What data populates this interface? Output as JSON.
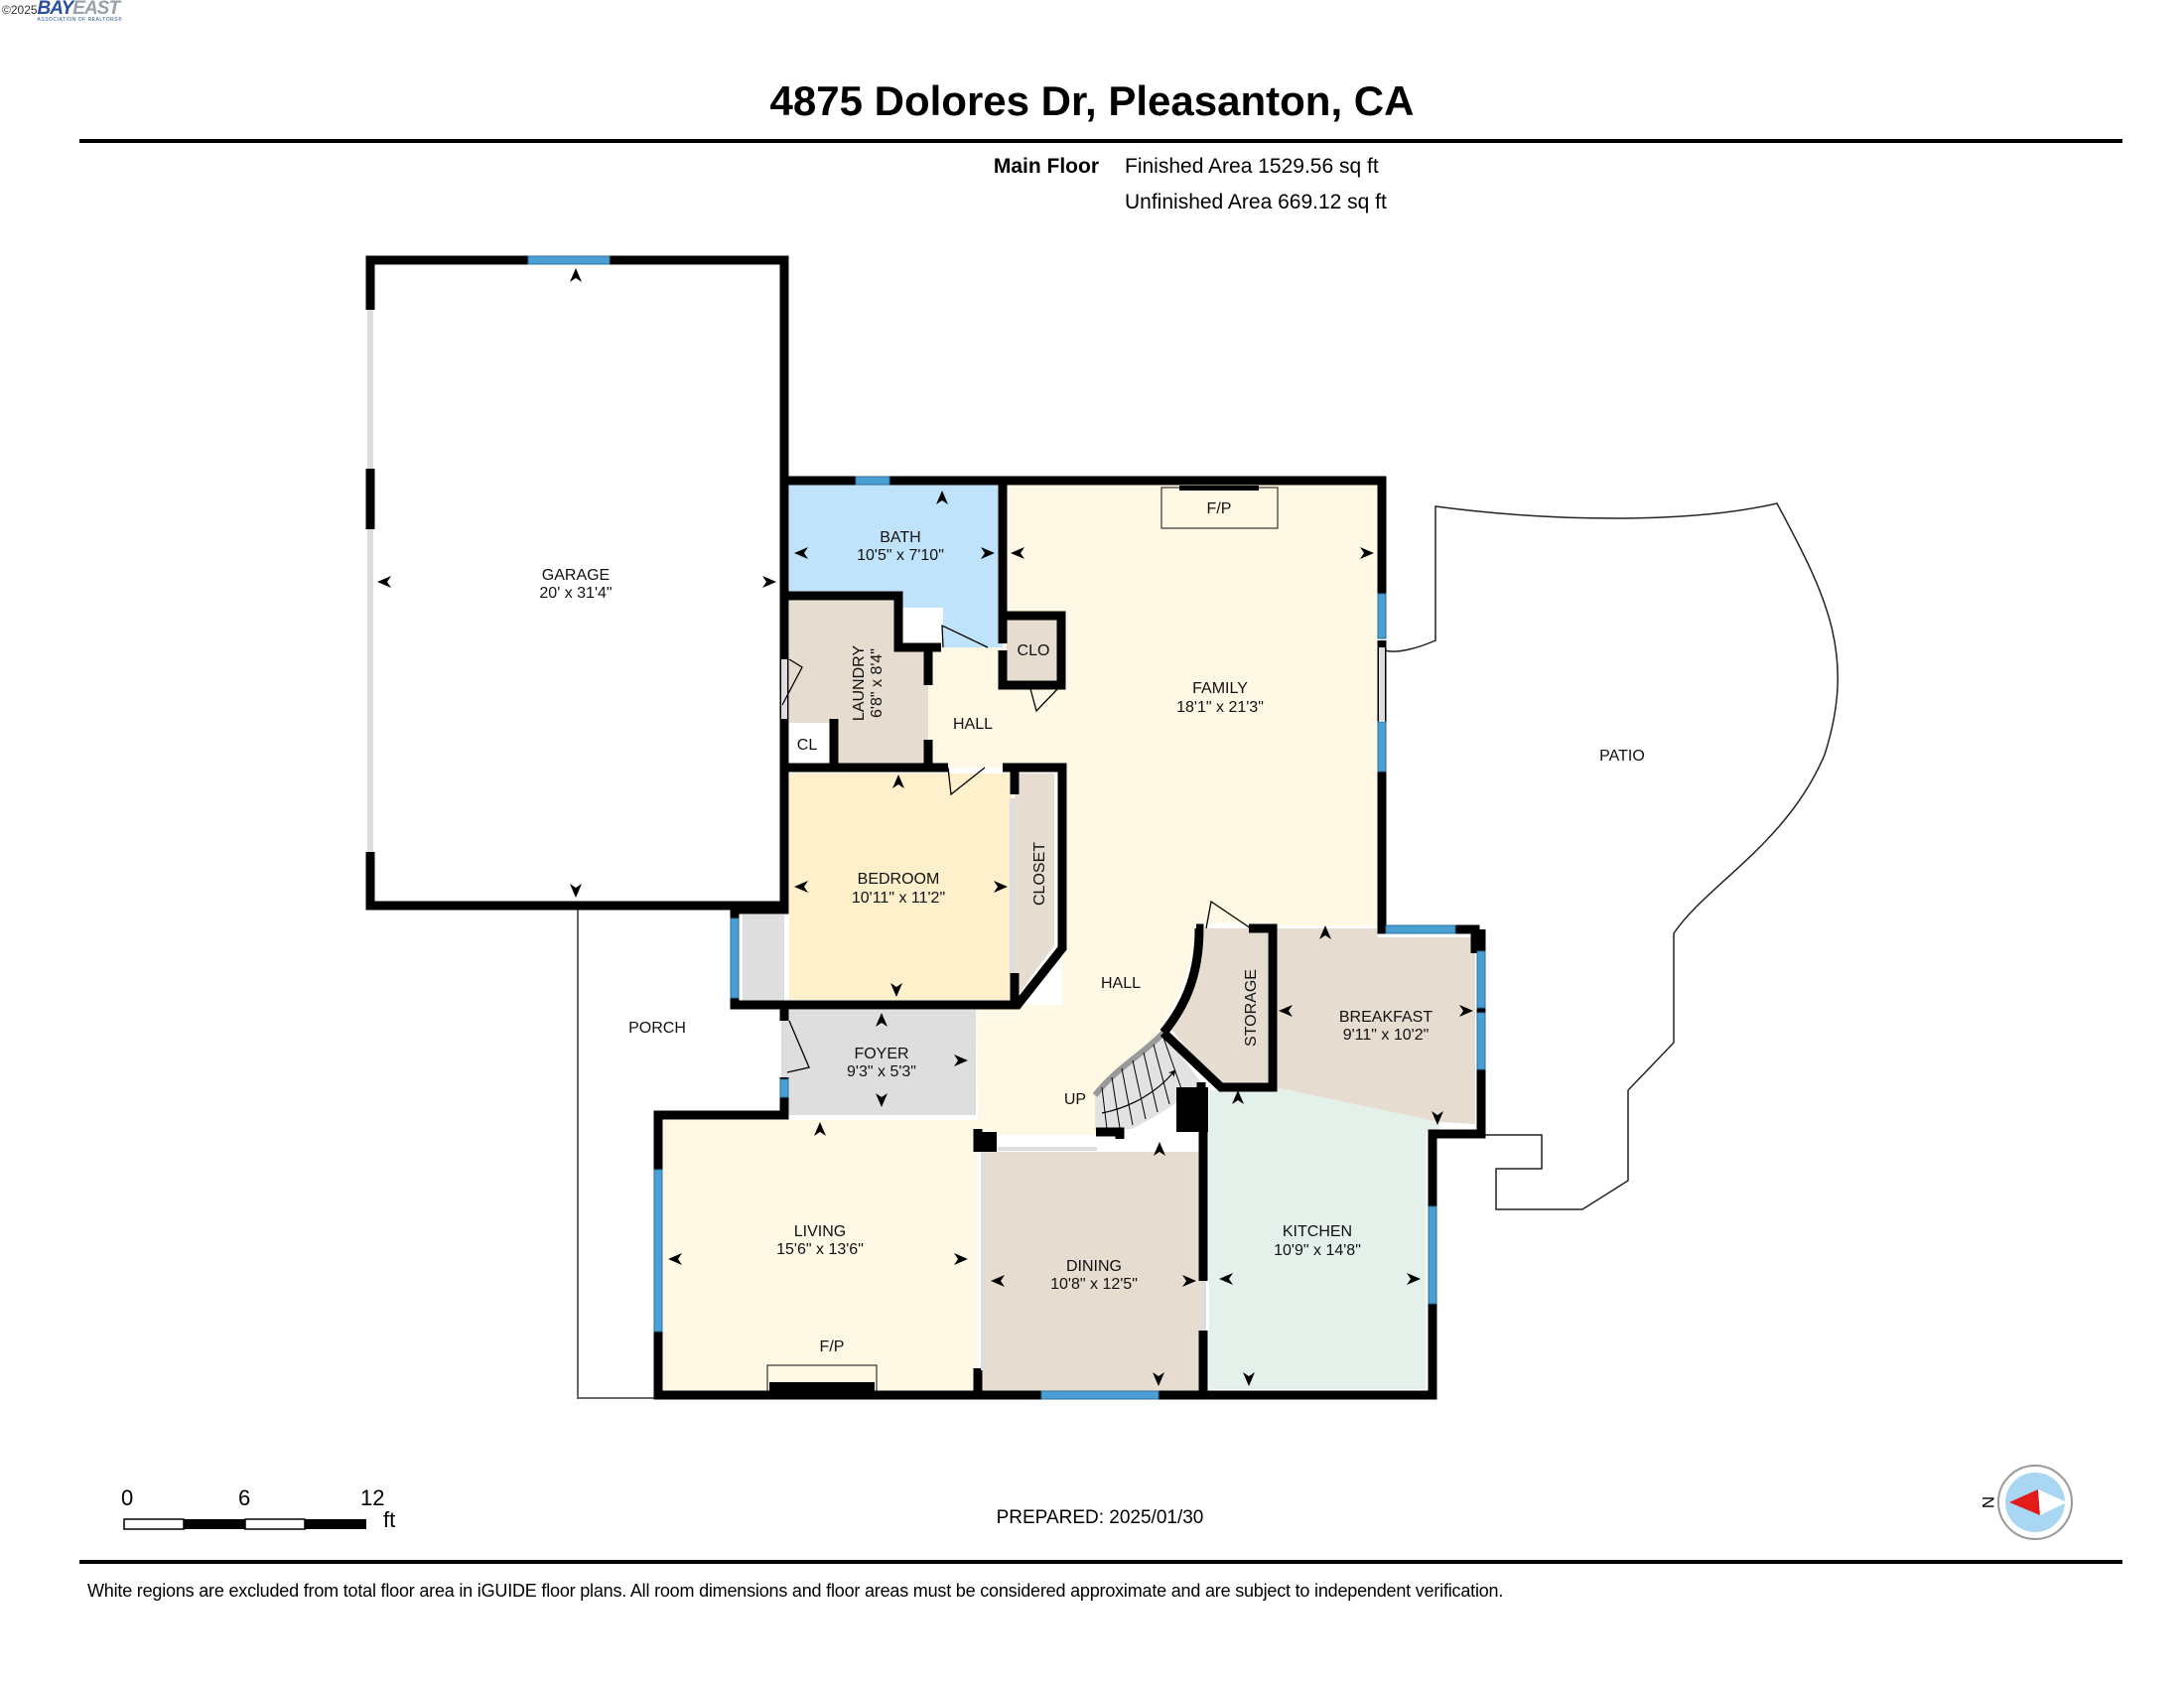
{
  "header": {
    "copyright": "©2025",
    "logo_word_1": "BAY",
    "logo_word_2": "EAST",
    "logo_tagline": "ASSOCIATION OF REALTORS®",
    "title": "4875 Dolores Dr, Pleasanton, CA"
  },
  "areas": {
    "floor_label": "Main Floor",
    "finished": "Finished Area 1529.56 sq ft",
    "unfinished": "Unfinished Area 669.12 sq ft"
  },
  "rooms": {
    "garage": {
      "name": "GARAGE",
      "dims": "20' x 31'4\""
    },
    "bath": {
      "name": "BATH",
      "dims": "10'5\" x 7'10\""
    },
    "family": {
      "name": "FAMILY",
      "dims": "18'1\" x 21'3\""
    },
    "laundry": {
      "name": "LAUNDRY",
      "dims": "6'8\" x 8'4\""
    },
    "cl": {
      "name": "CL"
    },
    "clo": {
      "name": "CLO"
    },
    "hall_upper": {
      "name": "HALL"
    },
    "hall_lower": {
      "name": "HALL"
    },
    "bedroom": {
      "name": "BEDROOM",
      "dims": "10'11\" x 11'2\""
    },
    "closet": {
      "name": "CLOSET"
    },
    "storage": {
      "name": "STORAGE"
    },
    "breakfast": {
      "name": "BREAKFAST",
      "dims": "9'11\" x 10'2\""
    },
    "foyer": {
      "name": "FOYER",
      "dims": "9'3\" x 5'3\""
    },
    "porch": {
      "name": "PORCH"
    },
    "patio": {
      "name": "PATIO"
    },
    "living": {
      "name": "LIVING",
      "dims": "15'6\" x 13'6\""
    },
    "dining": {
      "name": "DINING",
      "dims": "10'8\" x 12'5\""
    },
    "kitchen": {
      "name": "KITCHEN",
      "dims": "10'9\" x 14'8\""
    },
    "family_fp": {
      "name": "F/P"
    },
    "living_fp": {
      "name": "F/P"
    },
    "stairs": {
      "name": "UP"
    }
  },
  "colors": {
    "bath": "#bfe3fa",
    "family": "#fef8e4",
    "laundry": "#e6ddd0",
    "bedroom": "#fff0cc",
    "foyer": "#dedede",
    "living": "#fef8e4",
    "dining": "#e6ddd0",
    "kitchen": "#e4f1ea",
    "breakfast": "#e6ddd0",
    "storage": "#e6ddd0",
    "window": "#4a9fd4",
    "wall": "#000000"
  },
  "scale_bar": {
    "labels": [
      "0",
      "6",
      "12"
    ],
    "unit": "ft"
  },
  "compass": {
    "label": "N",
    "icon": "compass-icon"
  },
  "footer": {
    "prepared": "PREPARED: 2025/01/30",
    "disclaimer": "White regions are excluded from total floor area in iGUIDE floor plans. All room dimensions and floor areas must be considered approximate and are subject to independent verification."
  }
}
